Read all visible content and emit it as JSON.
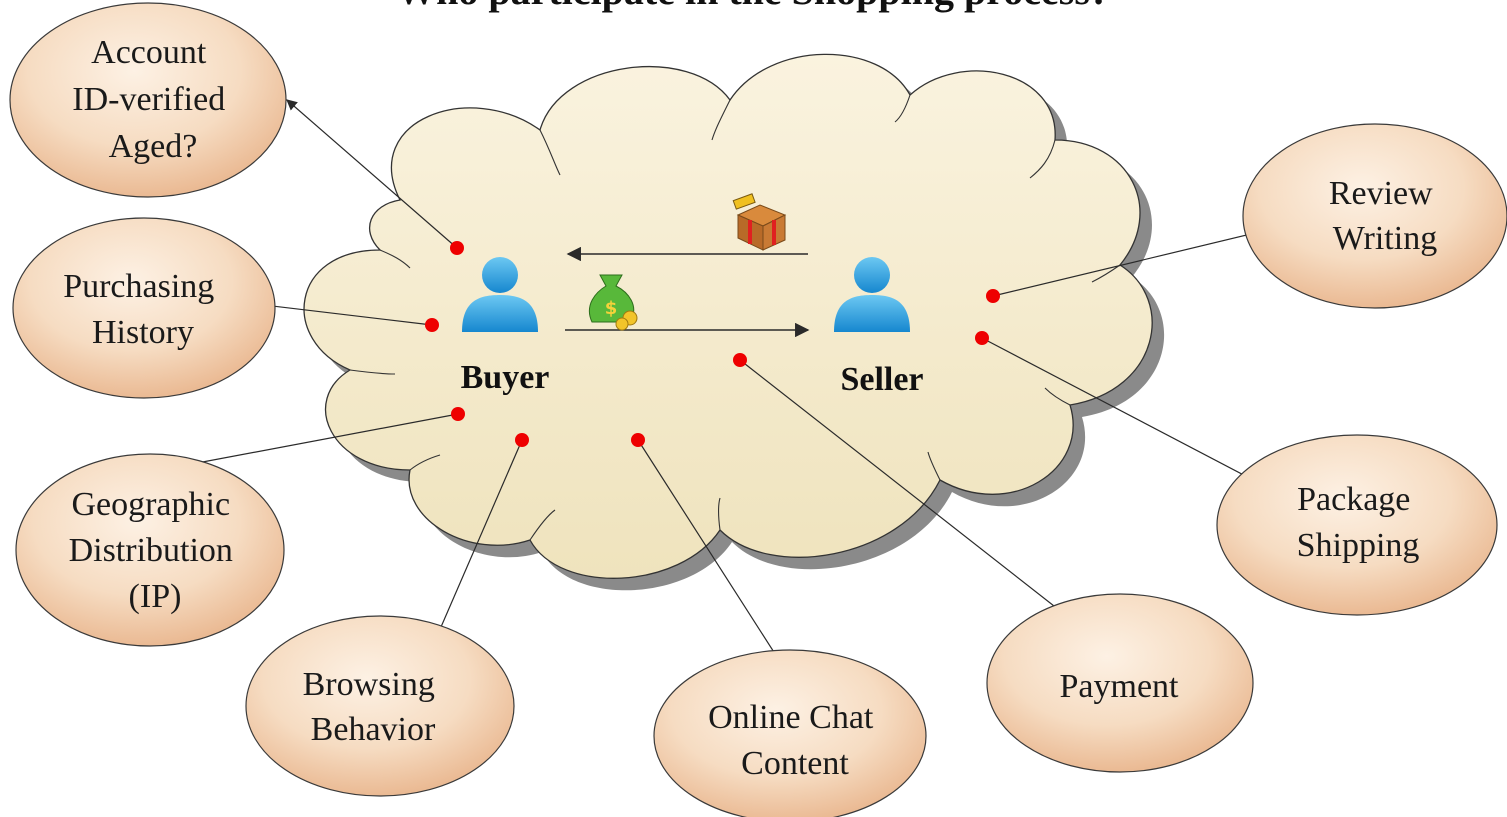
{
  "diagram": {
    "title": "Who participate in the Shopping process?",
    "actors": {
      "buyer": "Buyer",
      "seller": "Seller"
    },
    "nodes": {
      "account": [
        "Account",
        "ID-verified",
        "Aged?"
      ],
      "purchasing": [
        "Purchasing",
        "History"
      ],
      "geographic": [
        "Geographic",
        "Distribution",
        "(IP)"
      ],
      "browsing": [
        "Browsing",
        "Behavior"
      ],
      "chat": [
        "Online Chat",
        "Content"
      ],
      "payment": [
        "Payment"
      ],
      "package": [
        "Package",
        "Shipping"
      ],
      "review": [
        "Review",
        "Writing"
      ]
    },
    "icons": {
      "buyer": "person-icon",
      "seller": "person-icon",
      "goods": "gift-box-icon",
      "money": "money-bag-icon"
    },
    "colors": {
      "cloud_fill": "#f2e8c8",
      "cloud_shadow": "#8a8a8a",
      "bubble_fill": "#f0c9a6",
      "bubble_highlight": "#fdf1e4",
      "person": "#2aa3e6",
      "dot": "#ee0000"
    }
  }
}
